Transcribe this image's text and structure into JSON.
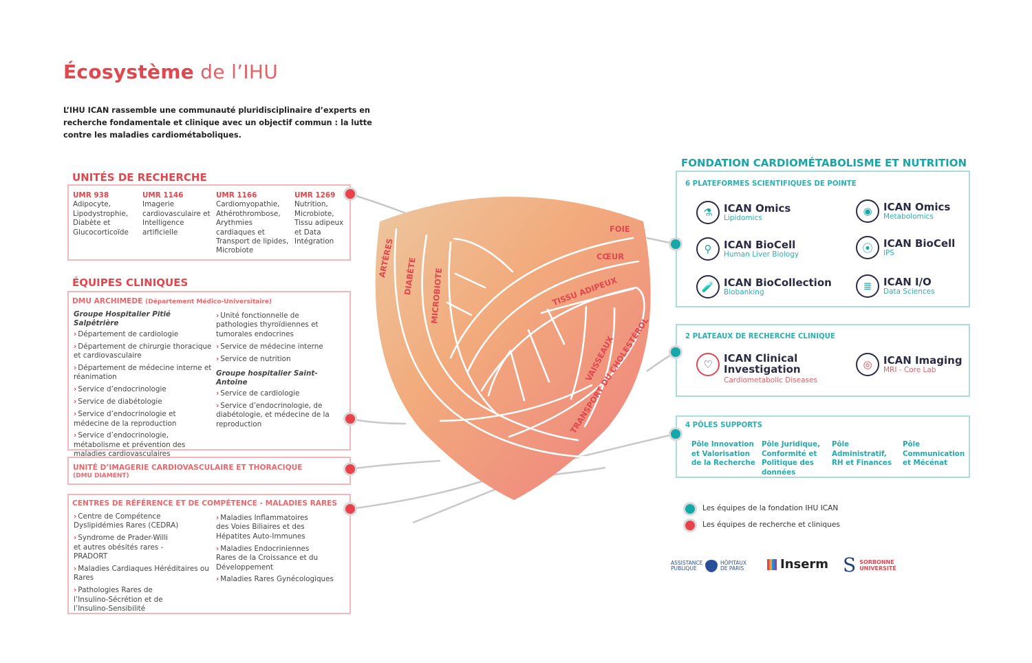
{
  "title": {
    "bold": "Écosystème",
    "rest": " de l’IHU"
  },
  "intro": "L’IHU ICAN rassemble une communauté pluridisciplinaire d’experts en recherche fondamentale et clinique avec un objectif commun : la lutte contre les maladies cardiométaboliques.",
  "colors": {
    "red": "#e0474f",
    "teal": "#18a5a9",
    "navy": "#2b2b45"
  },
  "unites": {
    "heading": "UNITÉS DE RECHERCHE",
    "items": [
      {
        "code": "UMR 938",
        "desc": "Adipocyte, Lipodystrophie, Diabète et Glucocorticoïde"
      },
      {
        "code": "UMR 1146",
        "desc": "Imagerie cardiovasculaire et Intelligence artificielle"
      },
      {
        "code": "UMR 1166",
        "desc": "Cardiomyopathie, Athérothrombose, Arythmies cardiaques et Transport de lipides, Microbiote"
      },
      {
        "code": "UMR 1269",
        "desc": "Nutrition, Microbiote, Tissu adipeux et Data Intégration"
      }
    ]
  },
  "equipes": {
    "heading": "ÉQUIPES CLINIQUES",
    "dmu": "DMU ARCHIMEDE",
    "dmu_sub": "(Département Médico-Universitaire)",
    "group1": "Groupe Hospitalier Pitié Salpêtrière",
    "col1": [
      "Département de cardiologie",
      "Département de chirurgie thoracique et cardiovasculaire",
      "Département de médecine interne et réanimation",
      "Service d’endocrinologie",
      "Service de diabétologie",
      "Service d’endocrinologie et médecine de la reproduction",
      "Service d’endocrinologie, métabolisme et prévention des maladies cardiovasculaires"
    ],
    "col2a": [
      "Unité fonctionnelle de pathologies thyroïdiennes et tumorales endocrines",
      "Service de médecine interne",
      "Service de nutrition"
    ],
    "group2": "Groupe hospitalier Saint-Antoine",
    "col2b": [
      "Service de cardiologie",
      "Service d’endocrinologie, de diabétologie, et médecine de la reproduction"
    ]
  },
  "imagerie": {
    "title": "UNITÉ D’IMAGERIE CARDIOVASCULAIRE ET THORACIQUE",
    "sub": "(DMU DIAMENT)"
  },
  "centres": {
    "title": "CENTRES DE RÉFÉRENCE ET DE COMPÉTENCE - MALADIES RARES",
    "col1": [
      "Centre de Compétence Dyslipidémies Rares (CEDRA)",
      "Syndrome de Prader-Willi et autres obésités rares - PRADORT",
      "Maladies Cardiaques Héréditaires ou Rares",
      "Pathologies Rares de l’Insulino-Sécrétion et de l’Insulino-Sensibilité"
    ],
    "col2": [
      "Maladies Inflammatoires des Voies Biliaires et des Hépatites Auto-Immunes",
      "Maladies Endocriniennes Rares de la Croissance et du Développement",
      "Maladies Rares Gynécologiques"
    ]
  },
  "shield": {
    "labels": [
      "ARTÈRES",
      "DIABÈTE",
      "MICROBIOTE",
      "FOIE",
      "CŒUR",
      "TISSU ADIPEUX",
      "VAISSEAUX",
      "TRANSPORT DU CHOLESTÉROL"
    ]
  },
  "fondation": {
    "heading": "FONDATION CARDIOMÉTABOLISME ET NUTRITION",
    "plateformes": {
      "title": "6 PLATEFORMES SCIENTIFIQUES DE POINTE",
      "items": [
        {
          "name": "ICAN Omics",
          "desc": "Lipidomics",
          "icon": "molecule-icon"
        },
        {
          "name": "ICAN Omics",
          "desc": "Metabolomics",
          "icon": "cell-icon"
        },
        {
          "name": "ICAN BioCell",
          "desc": "Human Liver Biology",
          "icon": "liver-magnifier-icon"
        },
        {
          "name": "ICAN BioCell",
          "desc": "iPS",
          "icon": "stem-cell-icon"
        },
        {
          "name": "ICAN BioCollection",
          "desc": "Biobanking",
          "icon": "test-tube-icon"
        },
        {
          "name": "ICAN I/O",
          "desc": "Data Sciences",
          "icon": "data-icon"
        }
      ]
    },
    "plateaux": {
      "title": "2 PLATEAUX DE RECHERCHE CLINIQUE",
      "items": [
        {
          "name": "ICAN Clinical Investigation",
          "desc": "Cardiometabolic Diseases",
          "icon": "stethoscope-icon"
        },
        {
          "name": "ICAN Imaging",
          "desc": "MRI - Core Lab",
          "icon": "mri-icon"
        }
      ]
    },
    "poles": {
      "title": "4 PÔLES SUPPORTS",
      "items": [
        "Pôle Innovation et Valorisation de la Recherche",
        "Pôle Juridique, Conformité et Politique des données",
        "Pôle Administratif, RH et Finances",
        "Pôle Communication et Mécénat"
      ]
    }
  },
  "legend": [
    "Les équipes de la fondation IHU ICAN",
    "Les équipes de recherche et cliniques"
  ],
  "logos": {
    "aphp_left": "ASSISTANCE PUBLIQUE",
    "aphp_right": "HÔPITAUX DE PARIS",
    "inserm": "Inserm",
    "sorbonne": "SORBONNE UNIVERSITÉ"
  }
}
